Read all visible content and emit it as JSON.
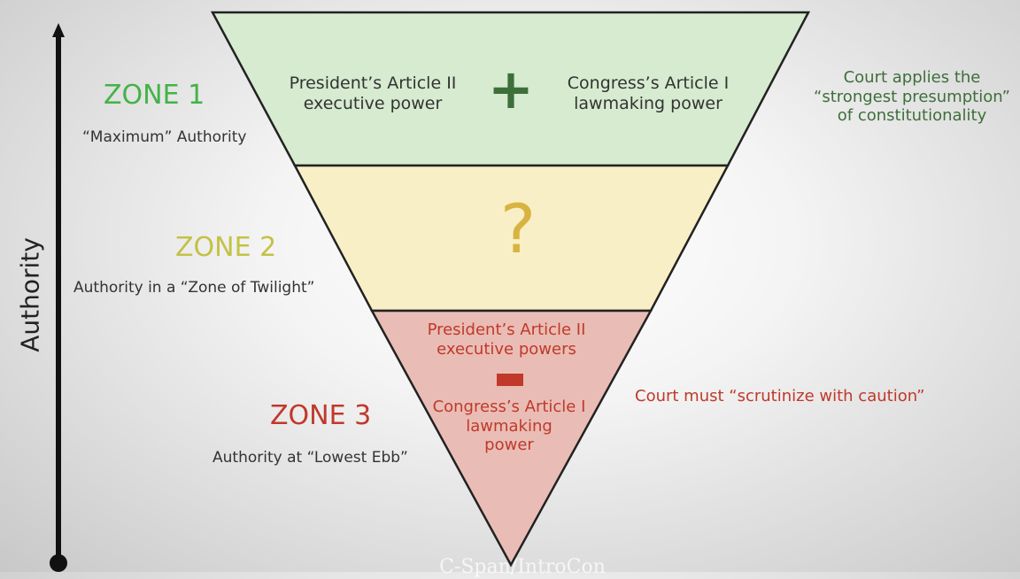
{
  "axis": {
    "label": "Authority"
  },
  "zones": [
    {
      "title": "ZONE 1",
      "subtitle": "“Maximum” Authority",
      "title_color": "#43b347",
      "fill": "#d6ebcf",
      "left_text": [
        "President’s Article II",
        "executive power"
      ],
      "operator": "+",
      "operator_color": "#3e6f3a",
      "right_text": [
        "Congress’s Article I",
        "lawmaking power"
      ],
      "court": [
        "Court applies the",
        "“strongest presumption”",
        "of constitutionality"
      ],
      "court_color": "#3e6f3a"
    },
    {
      "title": "ZONE 2",
      "subtitle": "Authority in a “Zone of Twilight”",
      "title_color": "#c3c247",
      "fill": "#f9efc6",
      "symbol": "?",
      "symbol_color": "#d9b341"
    },
    {
      "title": "ZONE 3",
      "subtitle": "Authority at “Lowest Ebb”",
      "title_color": "#c0392b",
      "fill": "#e9bdb5",
      "top_text": [
        "President’s Article II",
        "executive powers"
      ],
      "operator_color": "#c0392b",
      "bottom_text": [
        "Congress’s Article I",
        "lawmaking",
        "power"
      ],
      "court": [
        "Court must “scrutinize with caution”"
      ],
      "court_color": "#c0392b"
    }
  ],
  "watermark": "C-Span/IntroCon"
}
